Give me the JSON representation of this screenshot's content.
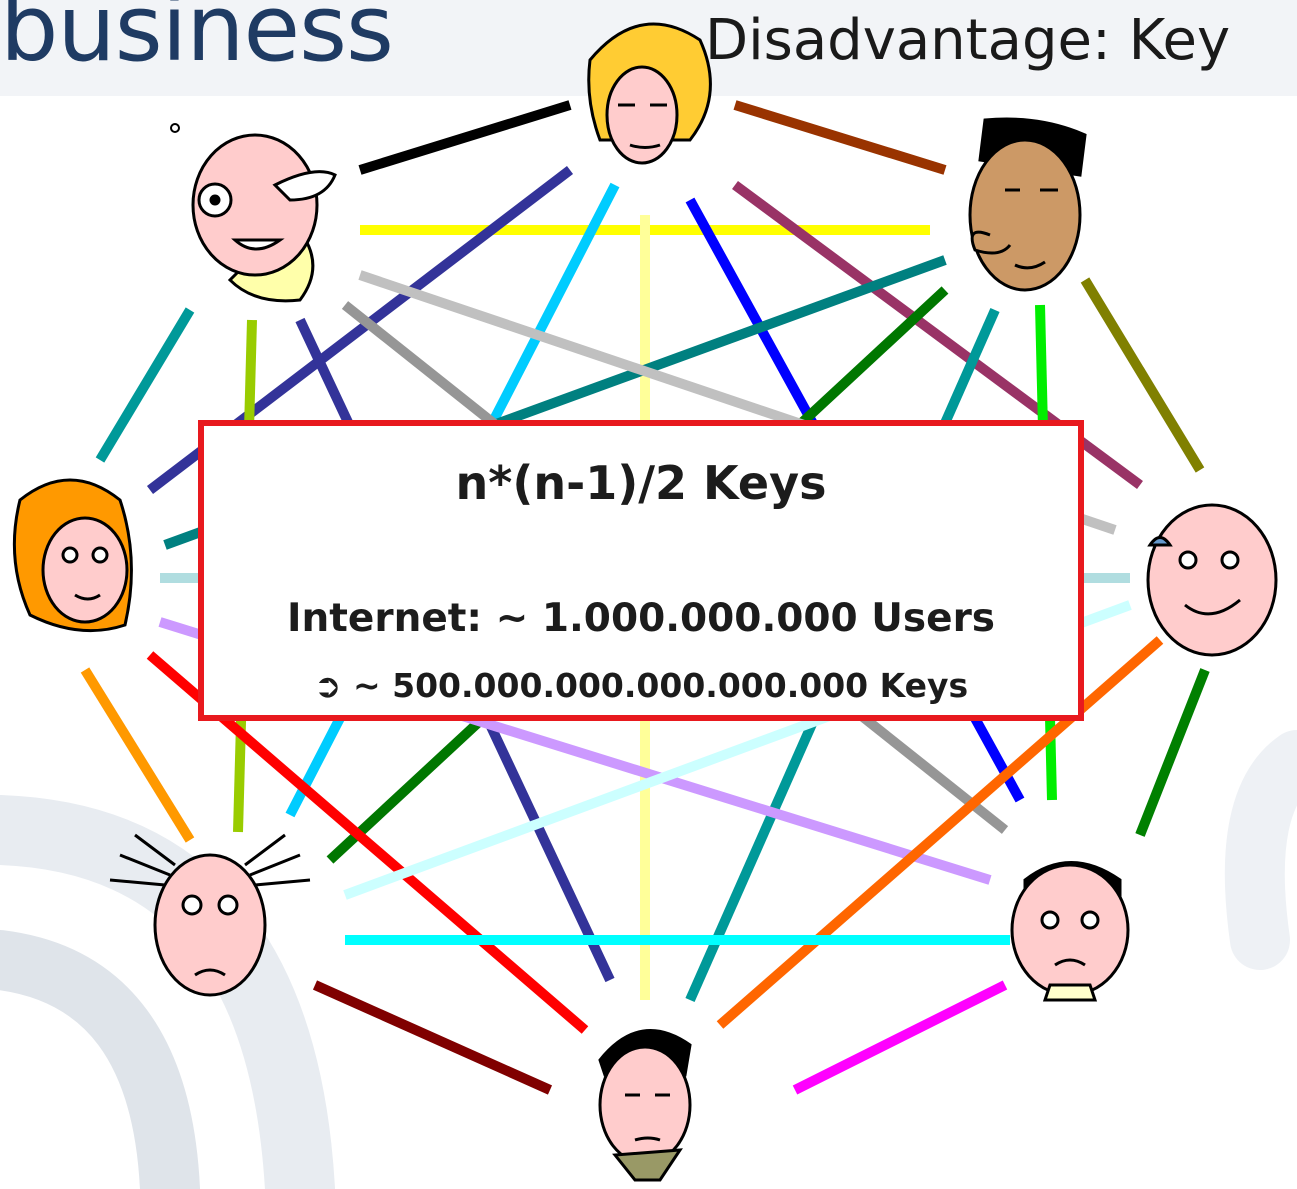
{
  "header": {
    "brand": "business",
    "title": "Disadvantage: Key"
  },
  "box": {
    "formula": "n*(n-1)/2 Keys",
    "users_line": "Internet: ~ 1.000.000.000 Users",
    "keys_line": "➲ ~ 500.000.000.000.000.000 Keys"
  },
  "colors": {
    "brand": "#1f3b63",
    "box_border": "#e8191e"
  }
}
